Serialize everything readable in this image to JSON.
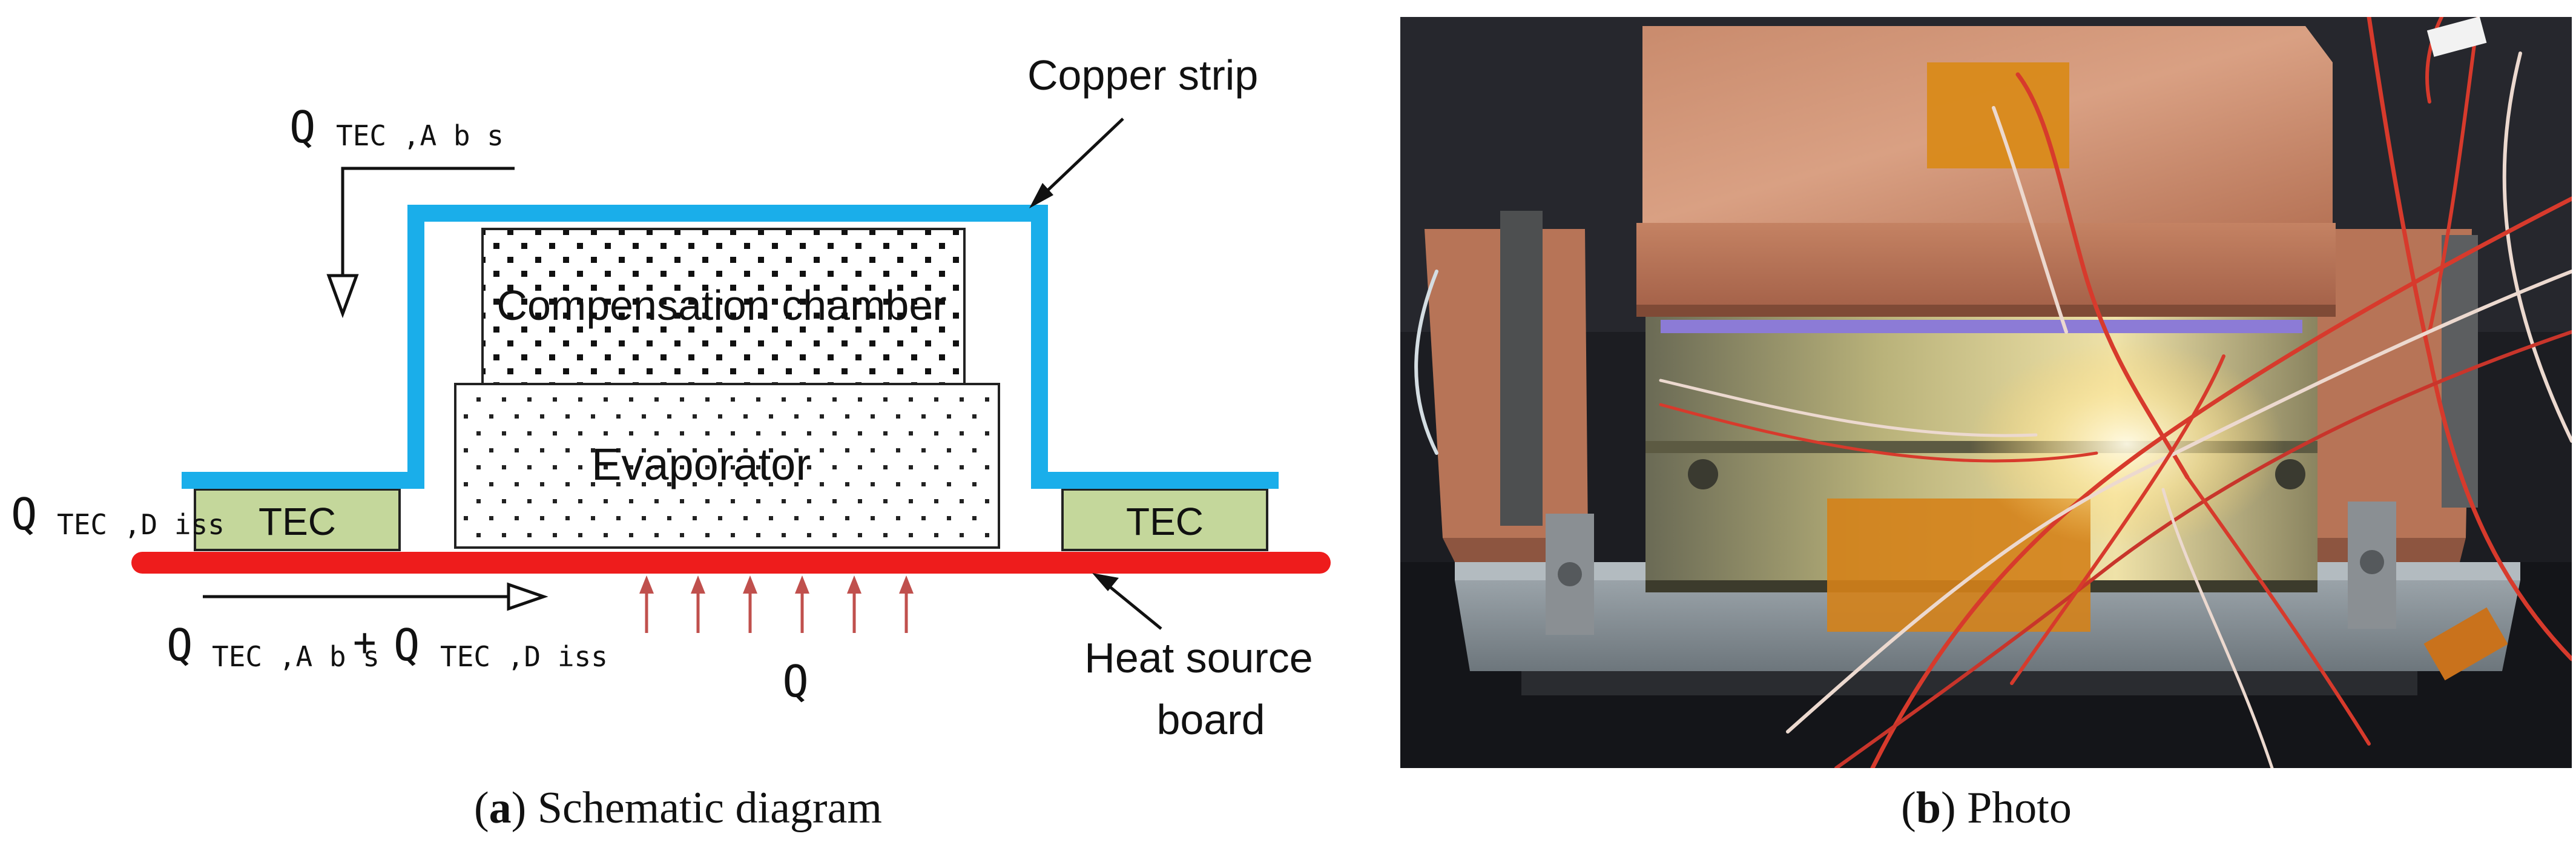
{
  "panel_a": {
    "components": {
      "compensation_chamber": "Compensation chamber",
      "evaporator": "Evaporator",
      "tec_left": "TEC",
      "tec_right": "TEC"
    },
    "labels": {
      "copper_strip": "Copper strip",
      "heat_source_line1": "Heat source",
      "heat_source_line2": "board",
      "q_main": "Q",
      "q_symbol": "Q",
      "sub_abs": "TEC ,A b s",
      "sub_diss": "TEC ,D iss",
      "plus": "+"
    },
    "caption": {
      "letter": "a",
      "text": " Schematic diagram"
    },
    "colors": {
      "copper_strip": "#1aaeea",
      "heat_source_board": "#ee1c1c",
      "tec_fill": "#c4d79b",
      "heat_arrow": "#c0504d"
    }
  },
  "panel_b": {
    "caption": {
      "letter": "b",
      "text": " Photo"
    }
  }
}
